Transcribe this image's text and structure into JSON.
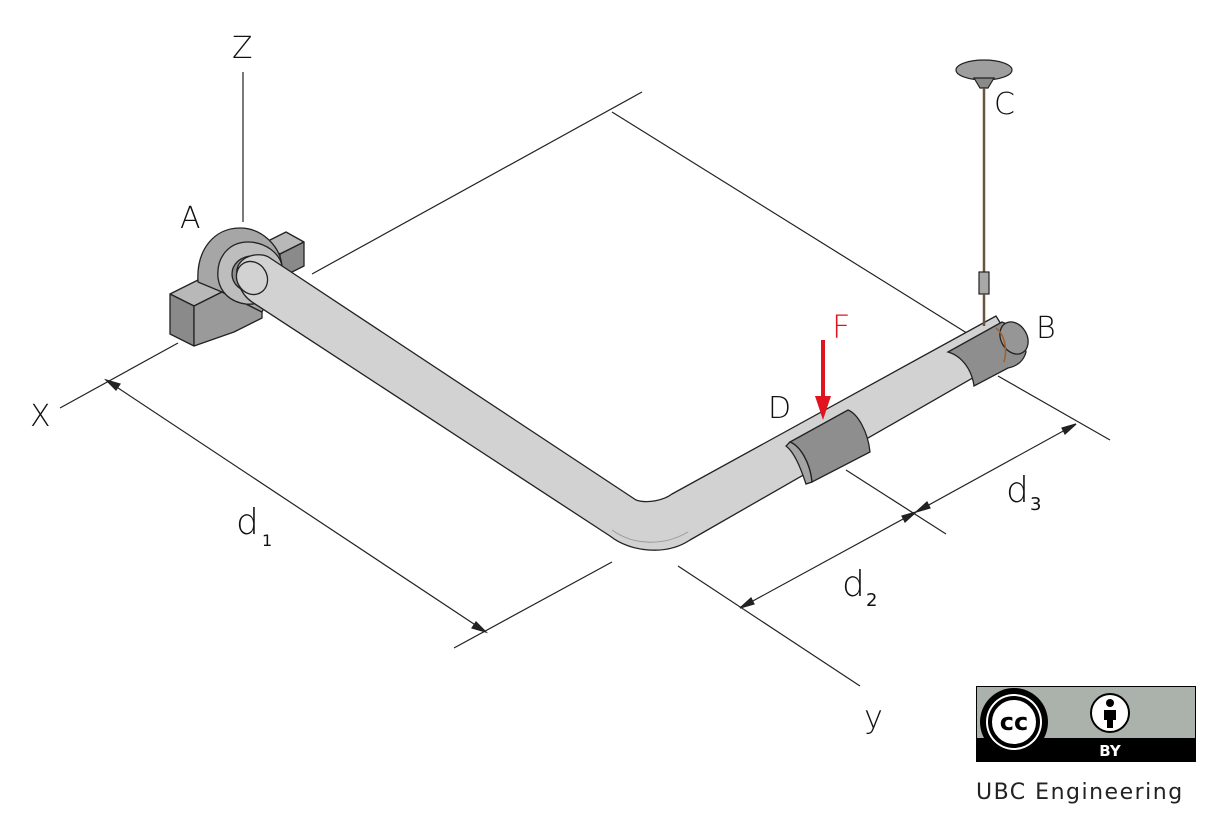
{
  "axes": {
    "x": "X",
    "y": "y",
    "z": "Z"
  },
  "points": {
    "a": "A",
    "b": "B",
    "c": "C",
    "d": "D"
  },
  "force": {
    "label": "F",
    "color": "#e0141e"
  },
  "dimensions": {
    "d1": {
      "letter": "d",
      "subscript": "1"
    },
    "d2": {
      "letter": "d",
      "subscript": "2"
    },
    "d3": {
      "letter": "d",
      "subscript": "3"
    }
  },
  "license": {
    "cc": "cc",
    "by": "BY"
  },
  "credit": "UBC Engineering",
  "colors": {
    "pipe": "#d2d2d2",
    "collar": "#8e8e8e",
    "bearing": "#9a9a9a",
    "line": "#222222"
  }
}
